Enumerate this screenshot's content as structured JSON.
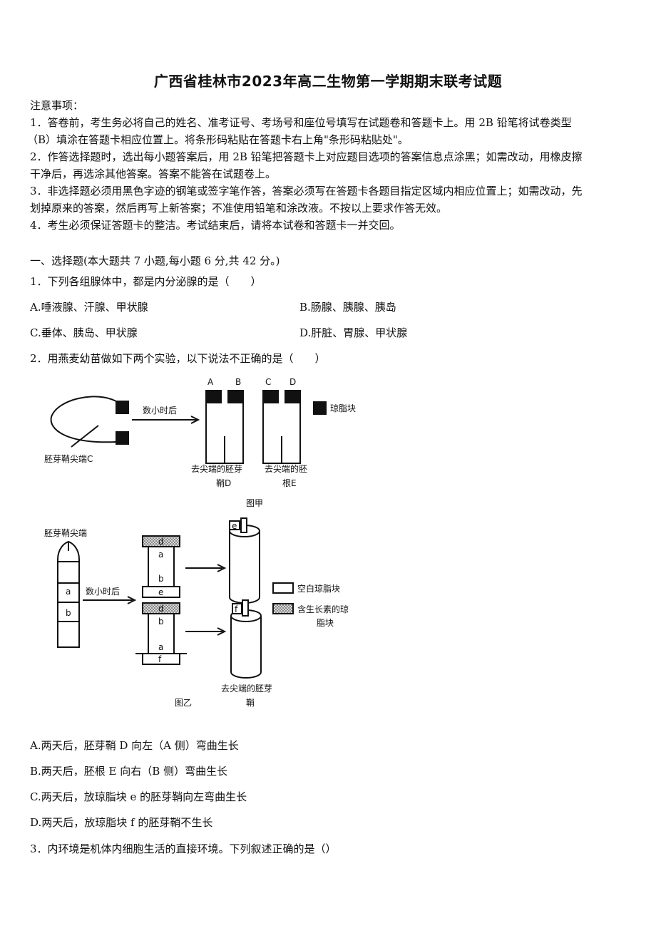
{
  "title": "广西省桂林市2023年高二生物第一学期期末联考试题",
  "notice": {
    "heading": "注意事项：",
    "lines": [
      "1．答卷前，考生务必将自己的姓名、准考证号、考场号和座位号填写在试题卷和答题卡上。用 2B 铅笔将试卷类型",
      "（B）填涂在答题卡相应位置上。将条形码粘贴在答题卡右上角\"条形码粘贴处\"。",
      "2．作答选择题时，选出每小题答案后，用 2B 铅笔把答题卡上对应题目选项的答案信息点涂黑；如需改动，用橡皮擦",
      "干净后，再选涂其他答案。答案不能答在试题卷上。",
      "3．非选择题必须用黑色字迹的钢笔或签字笔作答，答案必须写在答题卡各题目指定区域内相应位置上；如需改动，先",
      "划掉原来的答案，然后再写上新答案；不准使用铅笔和涂改液。不按以上要求作答无效。",
      "4．考生必须保证答题卡的整洁。考试结束后，请将本试卷和答题卡一并交回。"
    ]
  },
  "section1": "一、选择题(本大题共 7 小题,每小题 6 分,共 42 分。)",
  "q1": {
    "stem": "1．下列各组腺体中，都是内分泌腺的是（　　）",
    "A": "A.唾液腺、汗腺、甲状腺",
    "B": "B.肠腺、胰腺、胰岛",
    "C": "C.垂体、胰岛、甲状腺",
    "D": "D.肝脏、胃腺、甲状腺"
  },
  "q2": {
    "stem": "2．用燕麦幼苗做如下两个实验，以下说法不正确的是（　　）",
    "figure": {
      "jia": {
        "A": "A",
        "B": "B",
        "C": "C",
        "D": "D",
        "arrow": "数小时后",
        "legend": "琼脂块",
        "tip": "胚芽鞘尖端C",
        "label_d_1": "去尖端的胚芽",
        "label_d_2": "鞘D",
        "label_e_1": "去尖端的胚",
        "label_e_2": "根E",
        "caption": "图甲"
      },
      "yi": {
        "tip": "胚芽鞘尖端",
        "arrow": "数小时后",
        "a": "a",
        "b": "b",
        "d": "d",
        "e": "e",
        "f": "f",
        "legend_blank": "空白琼脂块",
        "legend_aux_1": "含生长素的琼",
        "legend_aux_2": "脂块",
        "label_1": "去尖端的胚芽",
        "label_2": "鞘",
        "caption": "图乙"
      }
    },
    "A": "A.两天后，胚芽鞘 D 向左（A 侧）弯曲生长",
    "B": "B.两天后，胚根 E 向右（B 侧）弯曲生长",
    "C": "C.两天后，放琼脂块 e 的胚芽鞘向左弯曲生长",
    "D": "D.两天后，放琼脂块 f 的胚芽鞘不生长"
  },
  "q3": {
    "stem": "3．内环境是机体内细胞生活的直接环境。下列叙述正确的是（）"
  }
}
